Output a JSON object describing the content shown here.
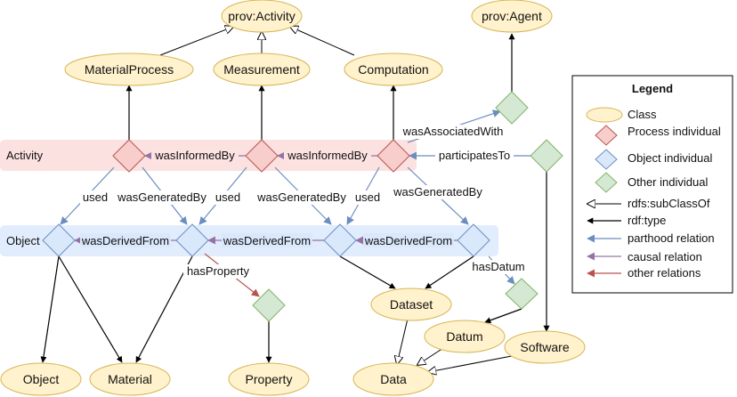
{
  "colors": {
    "class_fill": "#fff2cc",
    "class_stroke": "#d6b656",
    "process_fill": "#f8cecc",
    "process_stroke": "#b85450",
    "object_fill": "#dae8fc",
    "object_stroke": "#6c8ebf",
    "other_fill": "#d5e8d4",
    "other_stroke": "#82b366",
    "activity_band": "#f8cecc",
    "object_band": "#dae8fc",
    "parthood": "#6c8ebf",
    "causal": "#9673a6",
    "other_rel": "#b85450",
    "black": "#000000"
  },
  "bands": {
    "activity": "Activity",
    "object": "Object"
  },
  "classes": {
    "prov_activity": "prov:Activity",
    "prov_agent": "prov:Agent",
    "material_process": "MaterialProcess",
    "measurement": "Measurement",
    "computation": "Computation",
    "dataset": "Dataset",
    "datum": "Datum",
    "software": "Software",
    "data": "Data",
    "object": "Object",
    "material": "Material",
    "property": "Property"
  },
  "relations": {
    "was_informed_by_1": "wasInformedBy",
    "was_informed_by_2": "wasInformedBy",
    "was_associated_with": "wasAssociatedWith",
    "participates_to": "participatesTo",
    "used_1": "used",
    "was_generated_by_1": "wasGeneratedBy",
    "used_2": "used",
    "was_generated_by_2": "wasGeneratedBy",
    "used_3": "used",
    "was_generated_by_3": "wasGeneratedBy",
    "was_derived_from_1": "wasDerivedFrom",
    "was_derived_from_2": "wasDerivedFrom",
    "was_derived_from_3": "wasDerivedFrom",
    "has_property": "hasProperty",
    "has_datum": "hasDatum"
  },
  "legend": {
    "title": "Legend",
    "class": "Class",
    "process_individual": "Process individual",
    "object_individual": "Object individual",
    "other_individual": "Other individual",
    "subclass_of": "rdfs:subClassOf",
    "rdf_type": "rdf:type",
    "parthood": "parthood relation",
    "causal": "causal relation",
    "other": "other relations"
  }
}
